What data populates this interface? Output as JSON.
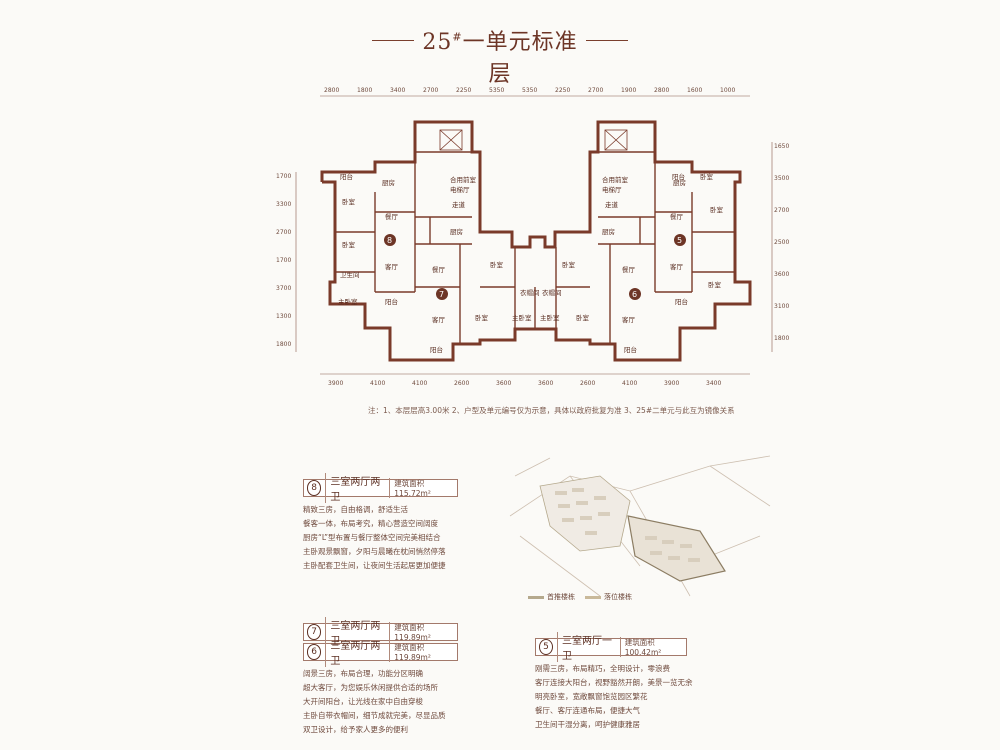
{
  "header": {
    "title_main": "25",
    "title_sup": "#",
    "title_rest": "一单元标准层"
  },
  "dims_top": [
    "2800",
    "1800",
    "3400",
    "2700",
    "2250",
    "5350",
    "5350",
    "2250",
    "2700",
    "1900",
    "2800",
    "1600",
    "1000"
  ],
  "dims_bottom": [
    "3900",
    "4100",
    "4100",
    "2600",
    "3600",
    "3600",
    "2600",
    "4100",
    "3900",
    "3400"
  ],
  "dims_left": [
    "1700",
    "3300",
    "2700",
    "1700",
    "3700",
    "1300",
    "1800"
  ],
  "dims_right": [
    "1650",
    "3500",
    "2700",
    "2500",
    "3600",
    "3100",
    "1800"
  ],
  "rooms": {
    "r1": "阳台",
    "r2": "厨房",
    "r3": "卧室",
    "r4": "餐厅",
    "r5": "卧室",
    "r6": "卫生间",
    "r7": "客厅",
    "r8": "主卧室",
    "r9": "阳台",
    "r10": "合用前室",
    "r11": "电梯厅",
    "r12": "走道",
    "r13": "厨房",
    "r14": "餐厅",
    "r15": "客厅",
    "r16": "阳台",
    "r17": "卧室",
    "r18": "衣帽间",
    "r19": "卧室",
    "r20": "主卧室",
    "r21": "衣帽间",
    "r22": "主卧室",
    "r23": "卧室",
    "r24": "卧室",
    "r25": "厨房",
    "r26": "餐厅",
    "r27": "客厅",
    "r28": "阳台",
    "r29": "合用前室",
    "r30": "电梯厅",
    "r31": "走道",
    "r32": "阳台",
    "r33": "卧室",
    "r34": "厨房",
    "r35": "卧室",
    "r36": "客厅",
    "r37": "餐厅",
    "r38": "阳台",
    "r39": "卧室"
  },
  "unit_markers": [
    "8",
    "7",
    "6",
    "5"
  ],
  "note": "注：1、本层层高3.00米 2、户型及单元编号仅为示意，具体以政府批复为准 3、25#二单元与此互为镜像关系",
  "cards": {
    "c8": {
      "num": "8",
      "name": "三室两厅两卫",
      "area": "建筑面积115.72m²",
      "lines": [
        "精致三房，自由格调，舒适生活",
        "餐客一体，布局考究，精心营造空间阔度",
        "厨房“L”型布置与餐厅整体空间完美相结合",
        "主卧观景飘窗，夕阳与晨曦在枕间悄然停落",
        "主卧配套卫生间，让夜间生活起居更加便捷"
      ]
    },
    "c7": {
      "num": "7",
      "name": "三室两厅两卫",
      "area": "建筑面积119.89m²"
    },
    "c6": {
      "num": "6",
      "name": "三室两厅两卫",
      "area": "建筑面积119.89m²",
      "lines": [
        "阔景三房，布局合理，功能分区明确",
        "超大客厅，为您娱乐休闲提供合适的场所",
        "大开间阳台，让光线在家中自由穿梭",
        "主卧自带衣帽间，细节成就完美，尽显品质",
        "双卫设计，给予家人更多的便利"
      ]
    },
    "c5": {
      "num": "5",
      "name": "三室两厅一卫",
      "area": "建筑面积100.42m²",
      "lines": [
        "刚需三房，布局精巧，全明设计，零浪费",
        "客厅连接大阳台，视野豁然开朗，美景一览无余",
        "明亮卧室，宽敞飘窗饱览园区繁花",
        "餐厅、客厅连通布局，便捷大气",
        "卫生间干湿分离，呵护健康雅居"
      ]
    }
  },
  "legend": {
    "a": "首推楼栋",
    "b": "落位楼栋"
  },
  "colors": {
    "wall": "#7a3a2a",
    "accent": "#6d3526",
    "legend_a": "#b5a98d",
    "legend_b": "#c9b99a"
  }
}
